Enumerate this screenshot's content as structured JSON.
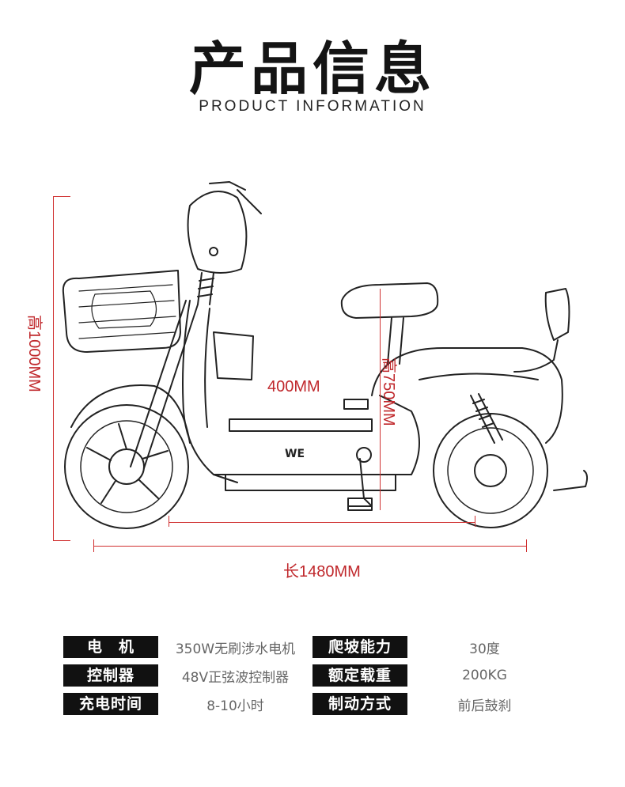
{
  "header": {
    "title": "产品信息",
    "subtitle": "PRODUCT INFORMATION"
  },
  "dimensions": {
    "height_label": "高1000MM",
    "length_label": "长1480MM",
    "seat_height_label": "高750MM",
    "floor_length_label": "400MM"
  },
  "graphic": {
    "badge_text": "WE"
  },
  "specs": [
    {
      "label": "电　机",
      "value": "350W无刷涉水电机",
      "label2": "爬坡能力",
      "value2": "30度"
    },
    {
      "label": "控制器",
      "value": "48V正弦波控制器",
      "label2": "额定载重",
      "value2": "200KG"
    },
    {
      "label": "充电时间",
      "value": "8-10小时",
      "label2": "制动方式",
      "value2": "前后鼓刹"
    }
  ],
  "colors": {
    "dimension_red": "#d03030",
    "label_bg": "#111111"
  }
}
